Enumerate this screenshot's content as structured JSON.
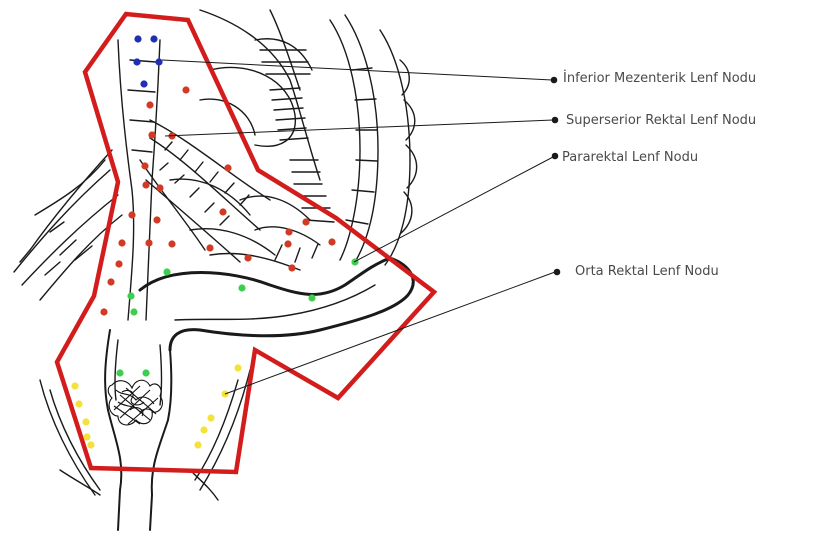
{
  "labels": [
    {
      "text": "İnferior Mezenterik Lenf Nodu"
    },
    {
      "text": "Superserior Rektal Lenf Nodu"
    },
    {
      "text": "Pararektal Lenf Nodu"
    },
    {
      "text": "Orta Rektal Lenf Nodu"
    }
  ],
  "colors": {
    "boundary": "#d31d1d",
    "node_blue": "#1f2fb8",
    "node_red": "#d13a24",
    "node_green": "#3ccf4e",
    "node_yellow": "#f2e23a",
    "ink": "#1a1a1a",
    "label_text": "#4a4a4a"
  }
}
